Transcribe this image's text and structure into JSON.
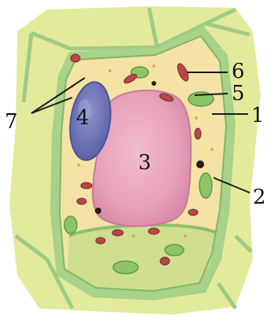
{
  "labels": {
    "l1": "1",
    "l2": "2",
    "l3": "3",
    "l4": "4",
    "l5": "5",
    "l6": "6",
    "l7": "7"
  },
  "colors": {
    "background_tissue": "#e4ea9c",
    "cell_wall": "#9fcb85",
    "cytoplasm": "#f4e3a4",
    "vacuole": "#e8a0b8",
    "nucleus": "#6f76b8",
    "chloroplast": "#8cc46a",
    "mitochondria": "#b5484a",
    "leader_line": "#1a1a1a"
  }
}
